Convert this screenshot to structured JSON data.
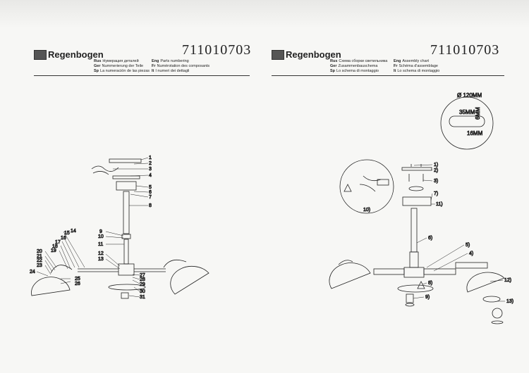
{
  "left": {
    "brand": "Regenbogen",
    "code": "711010703",
    "langs": [
      {
        "code": "Rus",
        "text": "Нумерация деталей"
      },
      {
        "code": "Ger",
        "text": "Nummerierung der Teile"
      },
      {
        "code": "Sp",
        "text": "La numeración de las piezas"
      },
      {
        "code": "Eng",
        "text": "Parts numbering"
      },
      {
        "code": "Fr",
        "text": "Numérotation des composants"
      },
      {
        "code": "It",
        "text": "I numeri dei dettagli"
      }
    ],
    "part_numbers": [
      "1",
      "2",
      "3",
      "4",
      "5",
      "6",
      "7",
      "8",
      "9",
      "10",
      "11",
      "12",
      "13",
      "14",
      "15",
      "16",
      "17",
      "18",
      "19",
      "20",
      "21",
      "22",
      "23",
      "24",
      "25",
      "26",
      "27",
      "28",
      "29",
      "30",
      "31"
    ]
  },
  "right": {
    "brand": "Regenbogen",
    "code": "711010703",
    "langs": [
      {
        "code": "Rus",
        "text": "Схема сборки светильника"
      },
      {
        "code": "Ger",
        "text": "Zusammenbauschema"
      },
      {
        "code": "Sp",
        "text": "Lo schema di montaggio"
      },
      {
        "code": "Eng",
        "text": "Assembly chart"
      },
      {
        "code": "Fr",
        "text": "Schéma d'assemblage"
      },
      {
        "code": "It",
        "text": "Lo schema di montaggio"
      }
    ],
    "dimensions": {
      "diameter": "Ø 120MM",
      "width": "35MM",
      "height": "6MM",
      "slot": "16MM"
    },
    "steps": [
      "1)",
      "2)",
      "3)",
      "4)",
      "5)",
      "6)",
      "7)",
      "8)",
      "9)",
      "10)",
      "11)",
      "12)",
      "13)"
    ]
  },
  "colors": {
    "paper": "#f7f7f5",
    "ink": "#222222"
  }
}
